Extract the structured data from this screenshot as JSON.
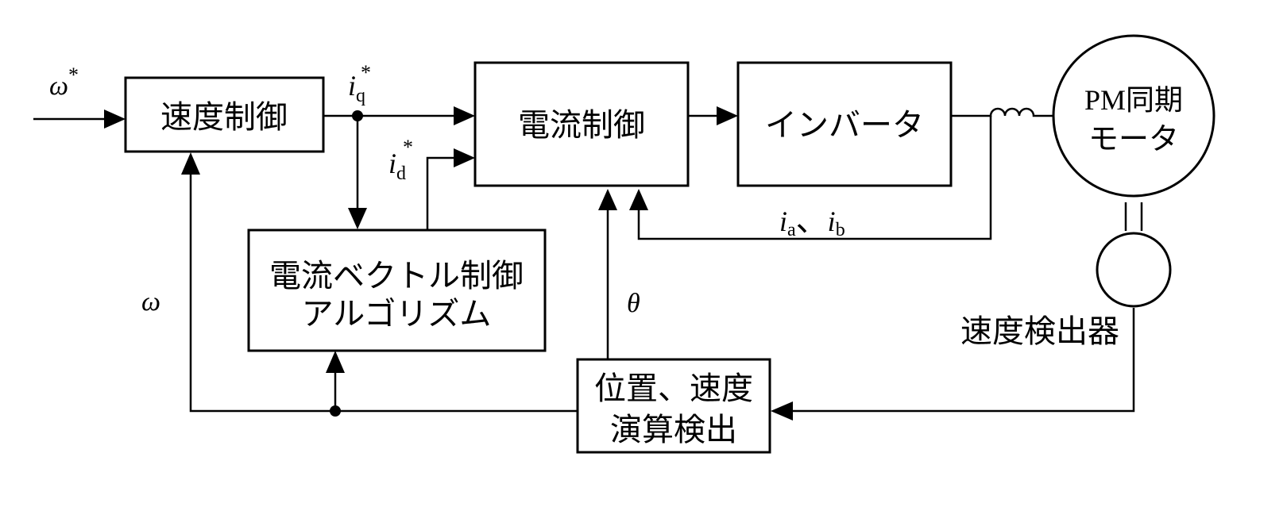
{
  "blocks": {
    "speed_control": "速度制御",
    "current_control": "電流制御",
    "inverter": "インバータ",
    "motor_line1": "PM同期",
    "motor_line2": "モータ",
    "vector_line1": "電流ベクトル制御",
    "vector_line2": "アルゴリズム",
    "detect_line1": "位置、速度",
    "detect_line2": "演算検出",
    "speed_detector": "速度検出器"
  },
  "signals": {
    "omega_ref_sym": "ω",
    "omega_ref_sup": "*",
    "iq_ref_sym": "i",
    "iq_ref_sub": "q",
    "iq_ref_sup": "*",
    "id_ref_sym": "i",
    "id_ref_sub": "d",
    "id_ref_sup": "*",
    "ia_sym": "i",
    "ia_sub": "a",
    "separator": "、",
    "ib_sym": "i",
    "ib_sub": "b",
    "omega_fb": "ω",
    "theta": "θ"
  }
}
